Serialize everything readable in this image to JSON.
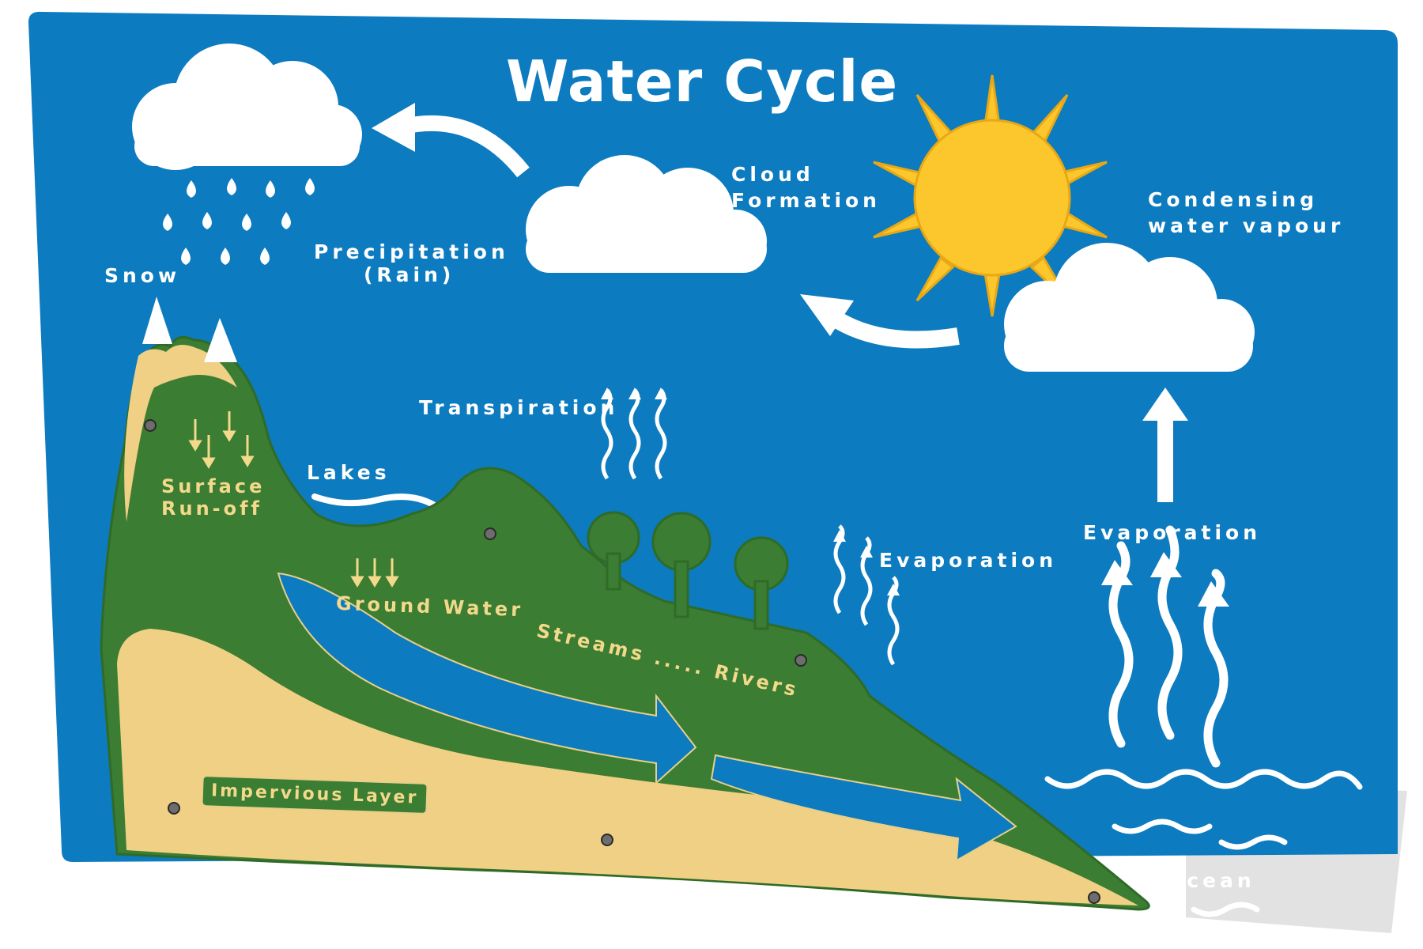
{
  "title": "Water Cycle",
  "labels": {
    "snow": "Snow",
    "precipitation": "Precipitation",
    "rain": "(Rain)",
    "cloud": "Cloud",
    "formation": "Formation",
    "condensing": "Condensing",
    "water_vapour": "water vapour",
    "transpiration": "Transpiration",
    "lakes": "Lakes",
    "surface": "Surface",
    "runoff": "Run-off",
    "ground_water": "Ground Water",
    "streams_rivers": "Streams ..... Rivers",
    "impervious_layer": "Impervious Layer",
    "evaporation_land": "Evaporation",
    "evaporation_sea": "Evaporation",
    "ocean": "Ocean"
  },
  "colors": {
    "board": "#0c7bbf",
    "land": "#3b7d32",
    "sand": "#f0d084",
    "sun": "#fcc72c",
    "cloud": "#ffffff"
  }
}
